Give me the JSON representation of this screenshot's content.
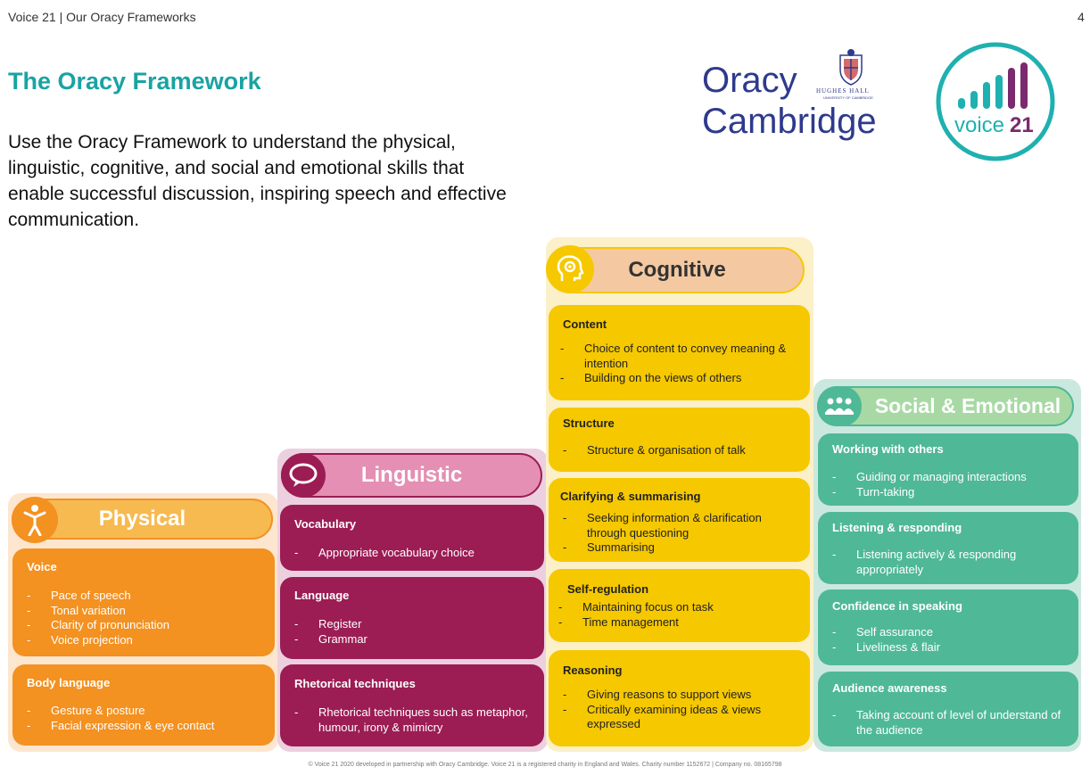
{
  "header": {
    "left": "Voice 21 | Our Oracy Frameworks",
    "page_number": "4"
  },
  "title": "The Oracy Framework",
  "intro": "Use the Oracy Framework to understand the physical, linguistic, cognitive, and social and emotional skills that enable successful discussion, inspiring speech and effective communication.",
  "logos": {
    "oracy_line1": "Oracy",
    "oracy_line2": "Cambridge",
    "hughes_hall": "HUGHES HALL",
    "hughes_hall_sub": "UNIVERSITY OF CAMBRIDGE",
    "voice21": "voice 21",
    "voice21_word": "voice",
    "voice21_num": "21"
  },
  "colors": {
    "physical": "#f39121",
    "physical_head": "#f7ba50",
    "physical_bg": "#fde6cf",
    "linguistic": "#9c1c54",
    "linguistic_head": "#e48fb3",
    "linguistic_bg": "#ecd0df",
    "cognitive": "#f6c800",
    "cognitive_head": "#f4c9a1",
    "cognitive_bg": "#fbf0c8",
    "social": "#4fb897",
    "social_head": "#a8d9a5",
    "social_bg": "#cbe8df",
    "title": "#1aa3a3",
    "voice21_teal": "#1fb0b0",
    "voice21_purple": "#7a2a6f"
  },
  "columns": {
    "physical": {
      "label": "Physical",
      "icon": "person-icon",
      "cards": [
        {
          "title": "Voice",
          "items": [
            "Pace of speech",
            "Tonal variation",
            "Clarity of pronunciation",
            "Voice projection"
          ]
        },
        {
          "title": "Body language",
          "items": [
            "Gesture & posture",
            "Facial expression & eye contact"
          ]
        }
      ]
    },
    "linguistic": {
      "label": "Linguistic",
      "icon": "speech-bubble-icon",
      "cards": [
        {
          "title": "Vocabulary",
          "items": [
            "Appropriate vocabulary choice"
          ]
        },
        {
          "title": "Language",
          "items": [
            "Register",
            "Grammar"
          ]
        },
        {
          "title": "Rhetorical techniques",
          "items": [
            "Rhetorical techniques such as metaphor, humour, irony & mimicry"
          ]
        }
      ]
    },
    "cognitive": {
      "label": "Cognitive",
      "icon": "head-gear-icon",
      "cards": [
        {
          "title": "Content",
          "items": [
            "Choice of content to convey meaning & intention",
            "Building on the views of others"
          ]
        },
        {
          "title": "Structure",
          "items": [
            "Structure & organisation of talk"
          ]
        },
        {
          "title": "Clarifying & summarising",
          "items": [
            "Seeking information & clarification through questioning",
            "Summarising"
          ]
        },
        {
          "title": "Self-regulation",
          "items": [
            "Maintaining focus on task",
            "Time management"
          ]
        },
        {
          "title": "Reasoning",
          "items": [
            "Giving reasons to support views",
            "Critically examining ideas & views expressed"
          ]
        }
      ]
    },
    "social": {
      "label": "Social & Emotional",
      "icon": "group-icon",
      "cards": [
        {
          "title": "Working with others",
          "items": [
            "Guiding or managing interactions",
            "Turn-taking"
          ]
        },
        {
          "title": "Listening & responding",
          "items": [
            "Listening actively & responding appropriately"
          ]
        },
        {
          "title": "Confidence in speaking",
          "items": [
            "Self assurance",
            "Liveliness & flair"
          ]
        },
        {
          "title": "Audience awareness",
          "items": [
            "Taking account of level of understand of the audience"
          ]
        }
      ]
    }
  },
  "footer": "© Voice 21 2020 developed in partnership with Oracy Cambridge. Voice 21 is a registered charity in England and Wales. Charity number 1152672 | Company no. 08165798"
}
